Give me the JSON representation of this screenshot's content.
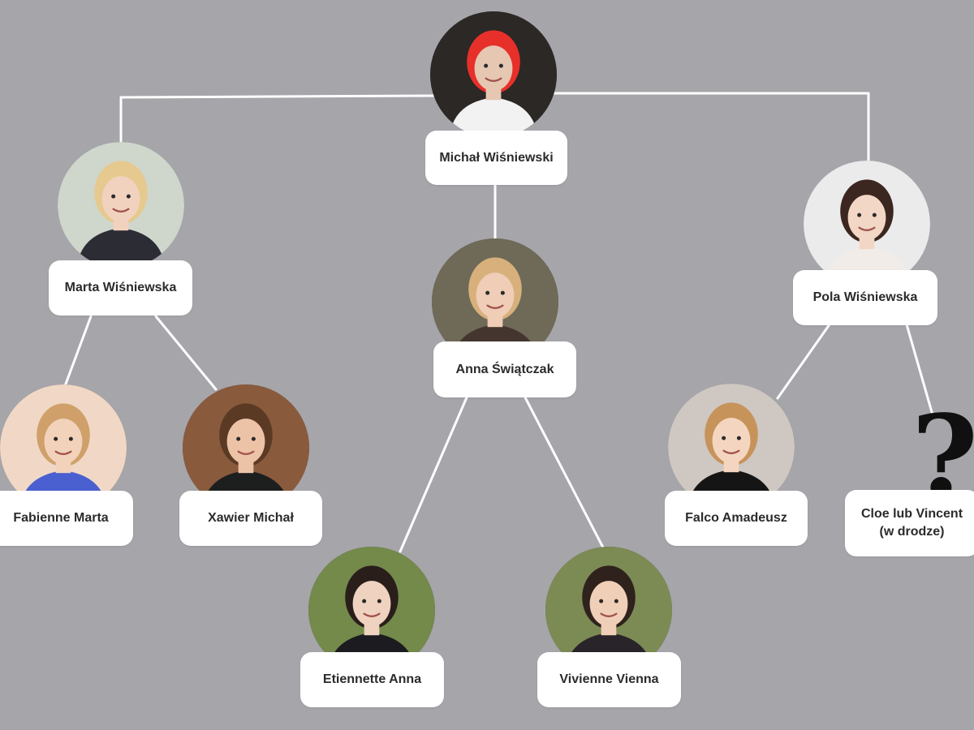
{
  "people": {
    "michal": {
      "name": "Michał Wiśniewski",
      "skin": "#e5c7b2",
      "hair": "#e8302a",
      "shirt": "#f2f2f2",
      "bg": "#2b2826"
    },
    "marta": {
      "name": "Marta Wiśniewska",
      "skin": "#f1d2bf",
      "hair": "#e6c98f",
      "shirt": "#2c2c35",
      "bg": "#cfd6cc"
    },
    "anna": {
      "name": "Anna Świątczak",
      "skin": "#efcdb6",
      "hair": "#d8b07c",
      "shirt": "#44362e",
      "bg": "#6f6a57"
    },
    "pola": {
      "name": "Pola Wiśniewska",
      "skin": "#f2d6c6",
      "hair": "#3b2620",
      "shirt": "#f1ece8",
      "bg": "#ecebec"
    },
    "fabienne": {
      "name": "Fabienne Marta",
      "skin": "#f2d2bb",
      "hair": "#cfa069",
      "shirt": "#4a5fd0",
      "bg": "#f1d8c6"
    },
    "xawier": {
      "name": "Xawier Michał",
      "skin": "#edc3a8",
      "hair": "#5b3a24",
      "shirt": "#1d1f1f",
      "bg": "#8a5a3d"
    },
    "etiennette": {
      "name": "Etiennette Anna",
      "skin": "#efd2c0",
      "hair": "#2a1e1b",
      "shirt": "#1c1b1f",
      "bg": "#738a4b"
    },
    "vivienne": {
      "name": "Vivienne Vienna",
      "skin": "#f0cfb8",
      "hair": "#2f211c",
      "shirt": "#28242a",
      "bg": "#7c8a54"
    },
    "falco": {
      "name": "Falco Amadeusz",
      "skin": "#f4d6c0",
      "hair": "#c6935a",
      "shirt": "#151515",
      "bg": "#cfc7c1"
    },
    "unborn": {
      "name_line1": "Cloe lub Vincent",
      "name_line2": "(w drodze)"
    }
  },
  "unknown_icon": "?",
  "colors": {
    "background": "#a6a5aa",
    "lines": "#ffffff",
    "label_bg": "#ffffff",
    "label_text": "#2b2b2b"
  }
}
